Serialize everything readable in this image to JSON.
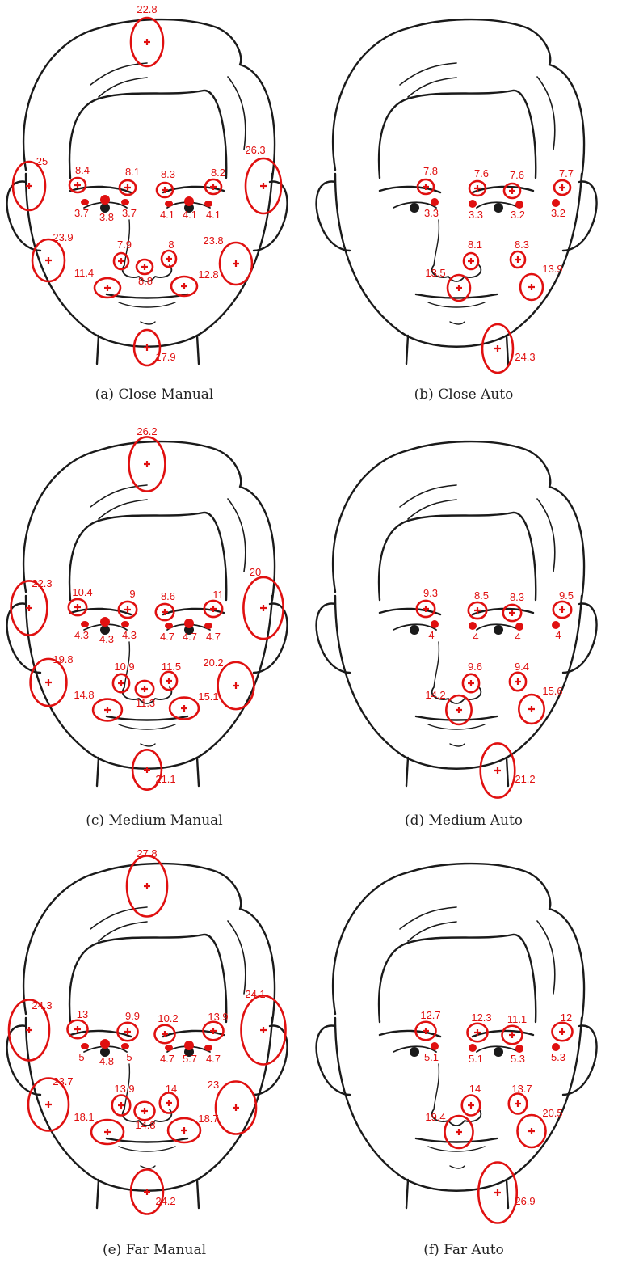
{
  "panels": [
    {
      "caption": "(a) Close Manual",
      "landmarks": [
        {
          "id": "forehead",
          "label": "22.8"
        },
        {
          "id": "ear-right",
          "label": "25"
        },
        {
          "id": "ear-left",
          "label": "26.3"
        },
        {
          "id": "brow-r-outer",
          "label": "8.4"
        },
        {
          "id": "brow-r-inner",
          "label": "8.1"
        },
        {
          "id": "brow-l-inner",
          "label": "8.3"
        },
        {
          "id": "brow-l-outer",
          "label": "8.2"
        },
        {
          "id": "eye-r-outer",
          "label": "3.7"
        },
        {
          "id": "eye-r-center",
          "label": "3.8"
        },
        {
          "id": "eye-r-inner",
          "label": "3.7"
        },
        {
          "id": "eye-l-inner",
          "label": "4.1"
        },
        {
          "id": "eye-l-center",
          "label": "4.1"
        },
        {
          "id": "eye-l-outer",
          "label": "4.1"
        },
        {
          "id": "cheek-right",
          "label": "23.9"
        },
        {
          "id": "cheek-left",
          "label": "23.8"
        },
        {
          "id": "nostril-right",
          "label": "7.9"
        },
        {
          "id": "nostril-left",
          "label": "8"
        },
        {
          "id": "nose-tip",
          "label": "8.8"
        },
        {
          "id": "mouth-right",
          "label": "11.4"
        },
        {
          "id": "mouth-left",
          "label": "12.8"
        },
        {
          "id": "chin",
          "label": "17.9"
        }
      ]
    },
    {
      "caption": "(b) Close Auto",
      "landmarks": [
        {
          "id": "brow-r-outer",
          "label": "7.8"
        },
        {
          "id": "brow-r-inner",
          "label": "7.6"
        },
        {
          "id": "brow-l-inner",
          "label": "7.6"
        },
        {
          "id": "brow-l-outer",
          "label": "7.7"
        },
        {
          "id": "eye-r-outer",
          "label": "3.3"
        },
        {
          "id": "eye-r-inner",
          "label": "3.3"
        },
        {
          "id": "eye-l-inner",
          "label": "3.2"
        },
        {
          "id": "eye-l-outer",
          "label": "3.2"
        },
        {
          "id": "nostril-right",
          "label": "8.1"
        },
        {
          "id": "nostril-left",
          "label": "8.3"
        },
        {
          "id": "mouth-right",
          "label": "13.5"
        },
        {
          "id": "mouth-left",
          "label": "13.9"
        },
        {
          "id": "chin",
          "label": "24.3"
        }
      ]
    },
    {
      "caption": "(c) Medium Manual",
      "landmarks": [
        {
          "id": "forehead",
          "label": "26.2"
        },
        {
          "id": "ear-right",
          "label": "22.3"
        },
        {
          "id": "ear-left",
          "label": "20"
        },
        {
          "id": "brow-r-outer",
          "label": "10.4"
        },
        {
          "id": "brow-r-inner",
          "label": "9"
        },
        {
          "id": "brow-l-inner",
          "label": "8.6"
        },
        {
          "id": "brow-l-outer",
          "label": "11"
        },
        {
          "id": "eye-r-outer",
          "label": "4.3"
        },
        {
          "id": "eye-r-center",
          "label": "4.3"
        },
        {
          "id": "eye-r-inner",
          "label": "4.3"
        },
        {
          "id": "eye-l-inner",
          "label": "4.7"
        },
        {
          "id": "eye-l-center",
          "label": "4.7"
        },
        {
          "id": "eye-l-outer",
          "label": "4.7"
        },
        {
          "id": "cheek-right",
          "label": "19.8"
        },
        {
          "id": "cheek-left",
          "label": "20.2"
        },
        {
          "id": "nostril-right",
          "label": "10.9"
        },
        {
          "id": "nostril-left",
          "label": "11.5"
        },
        {
          "id": "nose-tip",
          "label": "11.3"
        },
        {
          "id": "mouth-right",
          "label": "14.8"
        },
        {
          "id": "mouth-left",
          "label": "15.1"
        },
        {
          "id": "chin",
          "label": "21.1"
        }
      ]
    },
    {
      "caption": "(d) Medium Auto",
      "landmarks": [
        {
          "id": "brow-r-outer",
          "label": "9.3"
        },
        {
          "id": "brow-r-inner",
          "label": "8.5"
        },
        {
          "id": "brow-l-inner",
          "label": "8.3"
        },
        {
          "id": "brow-l-outer",
          "label": "9.5"
        },
        {
          "id": "eye-r-outer",
          "label": "4"
        },
        {
          "id": "eye-r-inner",
          "label": "4"
        },
        {
          "id": "eye-l-inner",
          "label": "4"
        },
        {
          "id": "eye-l-outer",
          "label": "4"
        },
        {
          "id": "nostril-right",
          "label": "9.6"
        },
        {
          "id": "nostril-left",
          "label": "9.4"
        },
        {
          "id": "mouth-right",
          "label": "14.2"
        },
        {
          "id": "mouth-left",
          "label": "15.6"
        },
        {
          "id": "chin",
          "label": "21.2"
        }
      ]
    },
    {
      "caption": "(e) Far Manual",
      "landmarks": [
        {
          "id": "forehead",
          "label": "27.8"
        },
        {
          "id": "ear-right",
          "label": "24.3"
        },
        {
          "id": "ear-left",
          "label": "24.1"
        },
        {
          "id": "brow-r-outer",
          "label": "13"
        },
        {
          "id": "brow-r-inner",
          "label": "9.9"
        },
        {
          "id": "brow-l-inner",
          "label": "10.2"
        },
        {
          "id": "brow-l-outer",
          "label": "13.9"
        },
        {
          "id": "eye-r-outer",
          "label": "5"
        },
        {
          "id": "eye-r-center",
          "label": "4.8"
        },
        {
          "id": "eye-r-inner",
          "label": "5"
        },
        {
          "id": "eye-l-inner",
          "label": "4.7"
        },
        {
          "id": "eye-l-center",
          "label": "5.7"
        },
        {
          "id": "eye-l-outer",
          "label": "4.7"
        },
        {
          "id": "cheek-right",
          "label": "23.7"
        },
        {
          "id": "cheek-left",
          "label": "23"
        },
        {
          "id": "nostril-right",
          "label": "13.9"
        },
        {
          "id": "nostril-left",
          "label": "14"
        },
        {
          "id": "nose-tip",
          "label": "14.8"
        },
        {
          "id": "mouth-right",
          "label": "18.1"
        },
        {
          "id": "mouth-left",
          "label": "18.7"
        },
        {
          "id": "chin",
          "label": "24.2"
        }
      ]
    },
    {
      "caption": "(f) Far Auto",
      "landmarks": [
        {
          "id": "brow-r-outer",
          "label": "12.7"
        },
        {
          "id": "brow-r-inner",
          "label": "12.3"
        },
        {
          "id": "brow-l-inner",
          "label": "11.1"
        },
        {
          "id": "brow-l-outer",
          "label": "12"
        },
        {
          "id": "eye-r-outer",
          "label": "5.1"
        },
        {
          "id": "eye-r-inner",
          "label": "5.1"
        },
        {
          "id": "eye-l-inner",
          "label": "5.3"
        },
        {
          "id": "eye-l-outer",
          "label": "5.3"
        },
        {
          "id": "nostril-right",
          "label": "14"
        },
        {
          "id": "nostril-left",
          "label": "13.7"
        },
        {
          "id": "mouth-right",
          "label": "19.4"
        },
        {
          "id": "mouth-left",
          "label": "20.5"
        },
        {
          "id": "chin",
          "label": "26.9"
        }
      ]
    }
  ],
  "colors": {
    "marker": "#e01010",
    "line": "#1a1a1a"
  }
}
